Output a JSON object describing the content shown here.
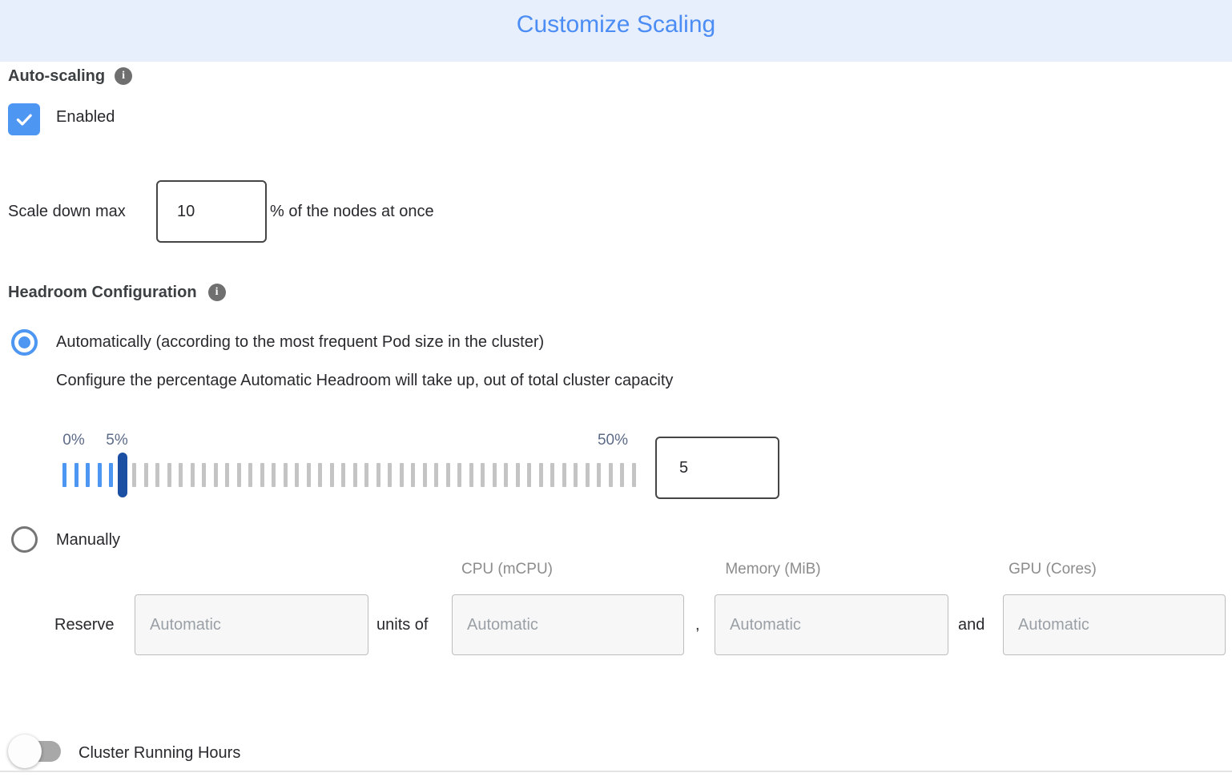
{
  "header": {
    "title": "Customize Scaling"
  },
  "icons": {
    "info_glyph": "i"
  },
  "auto_scaling": {
    "label": "Auto-scaling",
    "enabled_label": "Enabled",
    "checkbox_checked": true
  },
  "scale_down": {
    "prefix": "Scale down max",
    "value": "10",
    "suffix": "% of the nodes at once"
  },
  "headroom": {
    "label": "Headroom Configuration",
    "auto_option": "Automatically (according to the most frequent Pod size in the cluster)",
    "auto_description": "Configure the percentage Automatic Headroom will take up, out of total cluster capacity",
    "auto_selected": true,
    "manual_option": "Manually",
    "manual_selected": false,
    "slider": {
      "min_label": "0%",
      "current_label": "5%",
      "max_label": "50%",
      "value": "5",
      "tick_count": 50,
      "active_ticks": 6,
      "handle_index": 5
    }
  },
  "reserve": {
    "label": "Reserve",
    "units_of_label": "units of",
    "comma_label": ",",
    "and_label": "and",
    "placeholder": "Automatic",
    "columns": [
      "CPU (mCPU)",
      "Memory (MiB)",
      "GPU (Cores)"
    ]
  },
  "cluster_running_hours": {
    "label": "Cluster Running Hours",
    "toggle_on": false
  },
  "colors": {
    "header-bg": "#e8effc",
    "title-blue": "#4b8df5",
    "accent-blue": "#4d96f2",
    "accent-dark": "#1a4fa4",
    "tick-gray": "#c4c4c4",
    "slider-label": "#5c6b87",
    "toggle-track": "#a8a8a8"
  }
}
